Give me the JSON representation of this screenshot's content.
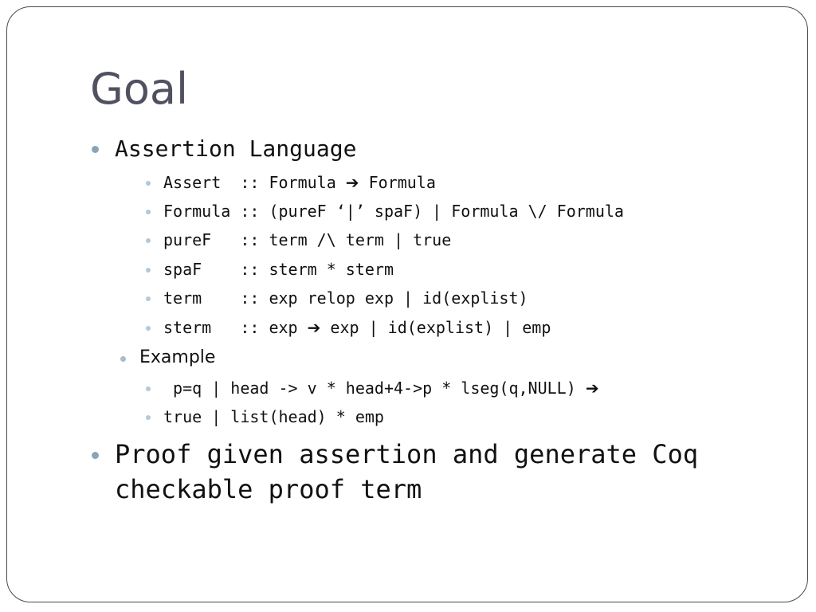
{
  "slide": {
    "title": "Goal",
    "bullets": [
      {
        "text": "Assertion Language",
        "sub": [
          {
            "lines": [
              "Assert  :: Formula ",
              "➔",
              " Formula"
            ]
          },
          {
            "lines": [
              "Formula :: (pureF ‘|’ spaF) | Formula \\/ Formula"
            ]
          },
          {
            "lines": [
              "pureF   :: term /\\ term | true"
            ]
          },
          {
            "lines": [
              "spaF    :: sterm * sterm"
            ]
          },
          {
            "lines": [
              "term    :: exp relop exp | id(explist)"
            ]
          },
          {
            "lines": [
              "sterm   :: exp ",
              "➔",
              " exp | id(explist) | emp"
            ]
          }
        ]
      },
      {
        "text": "Example",
        "sub": [
          {
            "lines": [
              " p=q | head -> v * head+4->p * lseg(q,NULL) ",
              "➔"
            ]
          },
          {
            "lines": [
              "true | list(head) * emp"
            ]
          }
        ]
      },
      {
        "text_line1": "Proof given assertion and generate Coq",
        "text_line2": "checkable proof term"
      }
    ]
  },
  "colors": {
    "title": "#4f5160",
    "bullet": "#8aa4b6",
    "frame": "#4a4a4a"
  }
}
